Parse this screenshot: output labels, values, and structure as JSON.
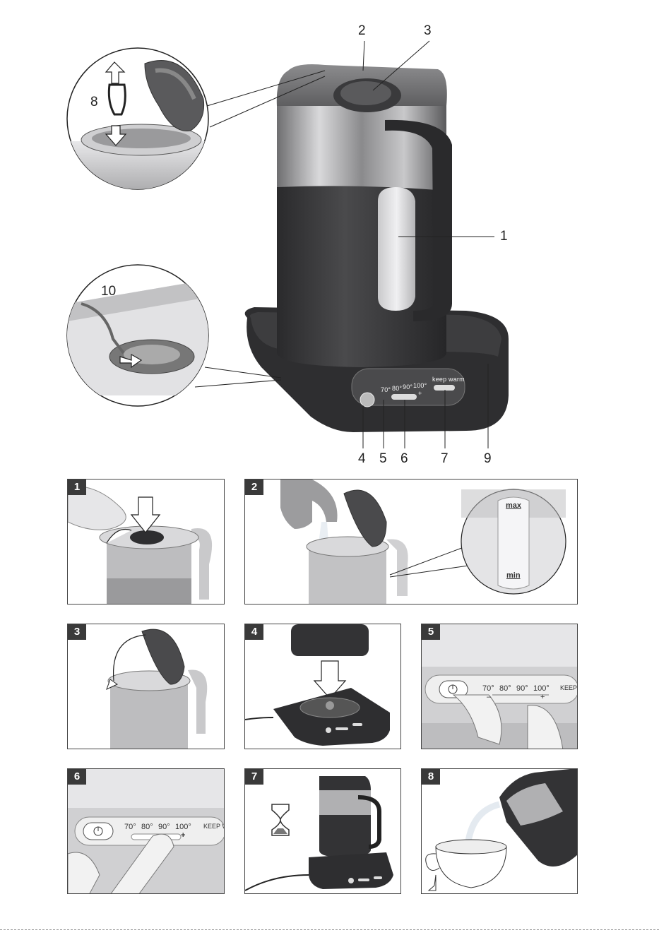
{
  "callouts": {
    "n1": "1",
    "n2": "2",
    "n3": "3",
    "n4": "4",
    "n5": "5",
    "n6": "6",
    "n7": "7",
    "n8": "8",
    "n9": "9",
    "n10": "10"
  },
  "control_panel": {
    "t70": "70°",
    "t80": "80°",
    "t90": "90°",
    "t100": "100°",
    "minus": "–",
    "plus": "+",
    "keep_warm": "keep warm"
  },
  "steps": [
    "1",
    "2",
    "3",
    "4",
    "5",
    "6",
    "7",
    "8"
  ],
  "water_gauge": {
    "max": "max",
    "min": "min"
  },
  "step5_panel": {
    "t70": "70°",
    "t80": "80°",
    "t90": "90°",
    "t100": "100°",
    "minus": "–",
    "plus": "+",
    "keep": "KEEP"
  },
  "step6_panel": {
    "t70": "70°",
    "t80": "80°",
    "t90": "90°",
    "t100": "100°",
    "plus": "+",
    "keep": "KEEP W"
  },
  "colors": {
    "body_dark": "#3b3b3d",
    "steel": "#9a9a9c",
    "base": "#2e2e30",
    "badge": "#3a3a3a"
  }
}
